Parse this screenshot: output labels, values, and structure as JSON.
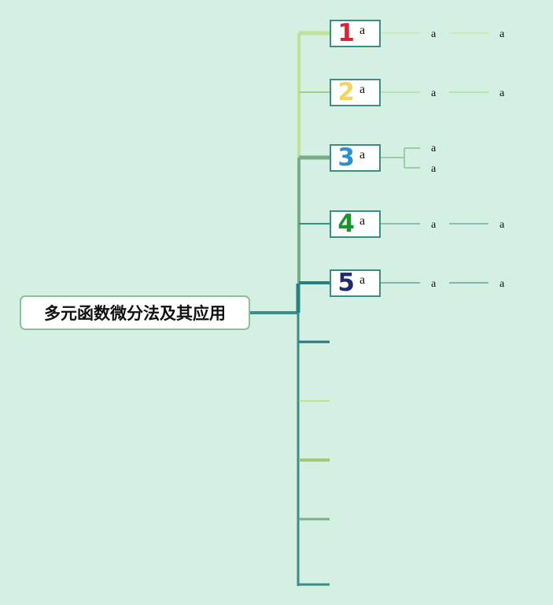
{
  "root": {
    "label": "多元函数微分法及其应用"
  },
  "branches": [
    {
      "number": "1",
      "label": "a",
      "number_color": "#d02a3a",
      "leaves": [
        "a",
        "a"
      ]
    },
    {
      "number": "2",
      "label": "a",
      "number_color": "#f3d564",
      "leaves": [
        "a",
        "a"
      ]
    },
    {
      "number": "3",
      "label": "a",
      "number_color": "#2d8fd0",
      "leaves": [
        "a",
        "a"
      ]
    },
    {
      "number": "4",
      "label": "a",
      "number_color": "#17962a",
      "leaves": [
        "a",
        "a"
      ]
    },
    {
      "number": "5",
      "label": "a",
      "number_color": "#1e2a6e",
      "leaves": [
        "a",
        "a"
      ]
    }
  ],
  "colors": {
    "background": "#d4f0e2",
    "root_border": "#8fbf95",
    "node_border": "#3b8e86",
    "trunk": "#3b8e86"
  }
}
